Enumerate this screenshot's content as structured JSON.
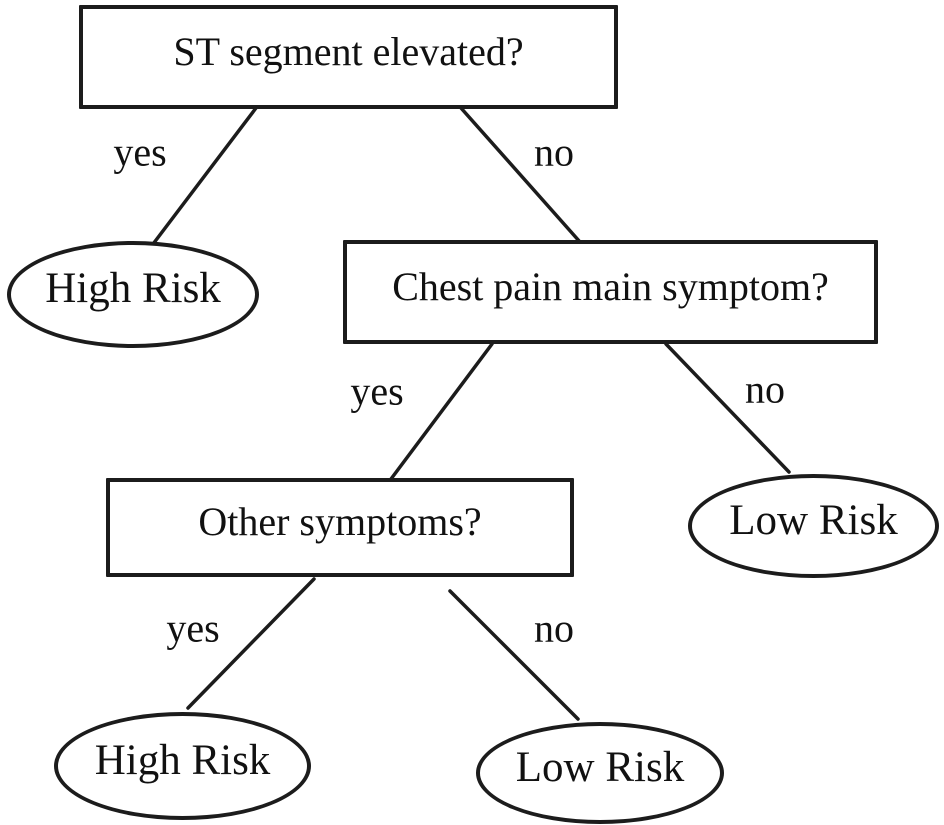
{
  "colors": {
    "stroke": "#1c1c1c",
    "text": "#111111",
    "background": "#ffffff"
  },
  "diagram_type": "decision-tree",
  "nodes": {
    "st_question": "ST segment elevated?",
    "high_risk_left": "High Risk",
    "chest_question": "Chest pain main symptom?",
    "other_question": "Other symptoms?",
    "low_risk_right": "Low Risk",
    "high_risk_bottom": "High Risk",
    "low_risk_bottom": "Low Risk"
  },
  "edges": {
    "st_yes": "yes",
    "st_no": "no",
    "chest_yes": "yes",
    "chest_no": "no",
    "other_yes": "yes",
    "other_no": "no"
  }
}
